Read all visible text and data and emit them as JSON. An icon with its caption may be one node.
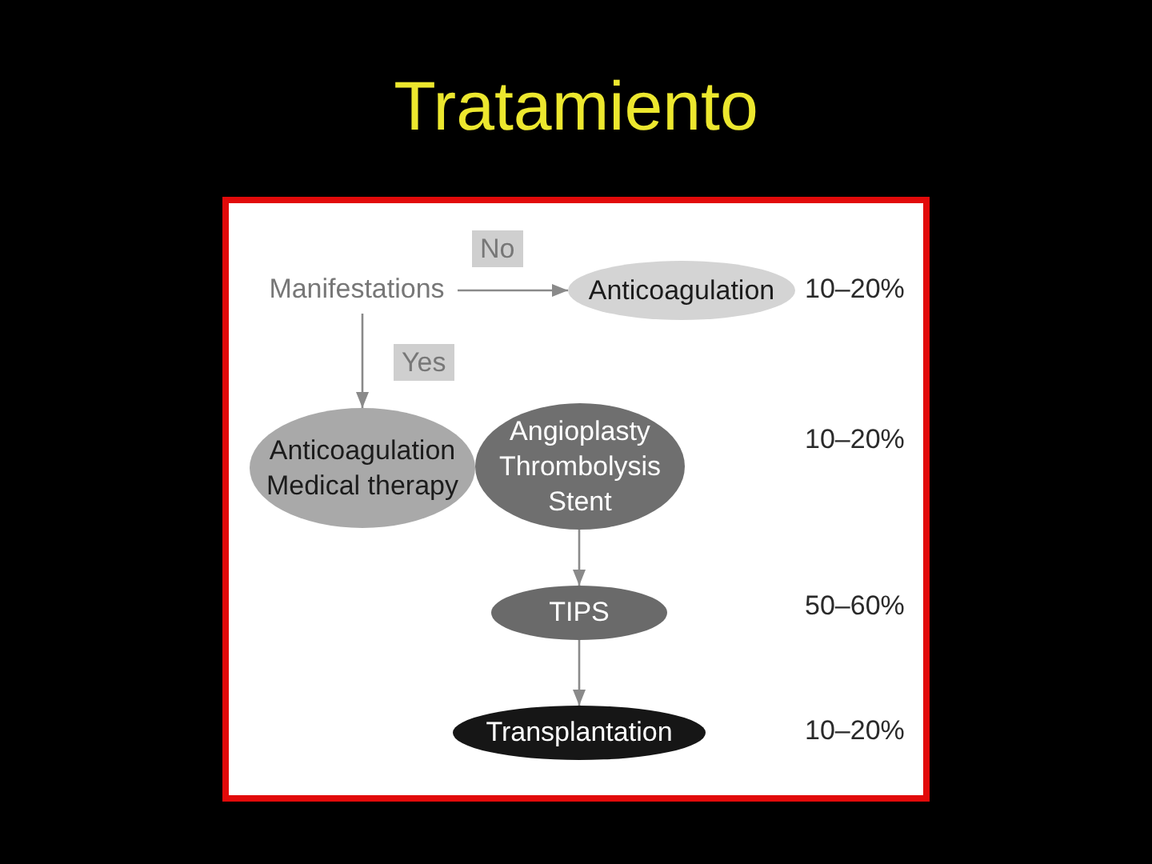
{
  "diagram": {
    "title": "Tratamiento",
    "nodes": [
      {
        "text": [
          "Manifestations"
        ]
      },
      {
        "text": [
          "Anticoagulation"
        ],
        "beside": [
          "10–20%"
        ]
      },
      {
        "text": [
          "Anticoagulation Medical therapy"
        ]
      },
      {
        "text": [
          "Angioplasty Thrombolysis Stent"
        ]
      },
      {
        "text": [
          "TIPS"
        ]
      },
      {
        "text": [
          "Transplantation"
        ],
        "beside": [
          "10–20%"
        ]
      }
    ],
    "edges": [
      {
        "from": 0,
        "to": 1,
        "arrow": "to",
        "label": "No"
      },
      {
        "from": 0,
        "to": 2,
        "arrow": "to",
        "label": "Yes"
      },
      {
        "from": 3,
        "to": 4,
        "arrow": "to"
      },
      {
        "from": 4,
        "to": 5,
        "arrow": "to"
      }
    ],
    "labels": [
      "10–20%",
      "50–60%"
    ]
  }
}
